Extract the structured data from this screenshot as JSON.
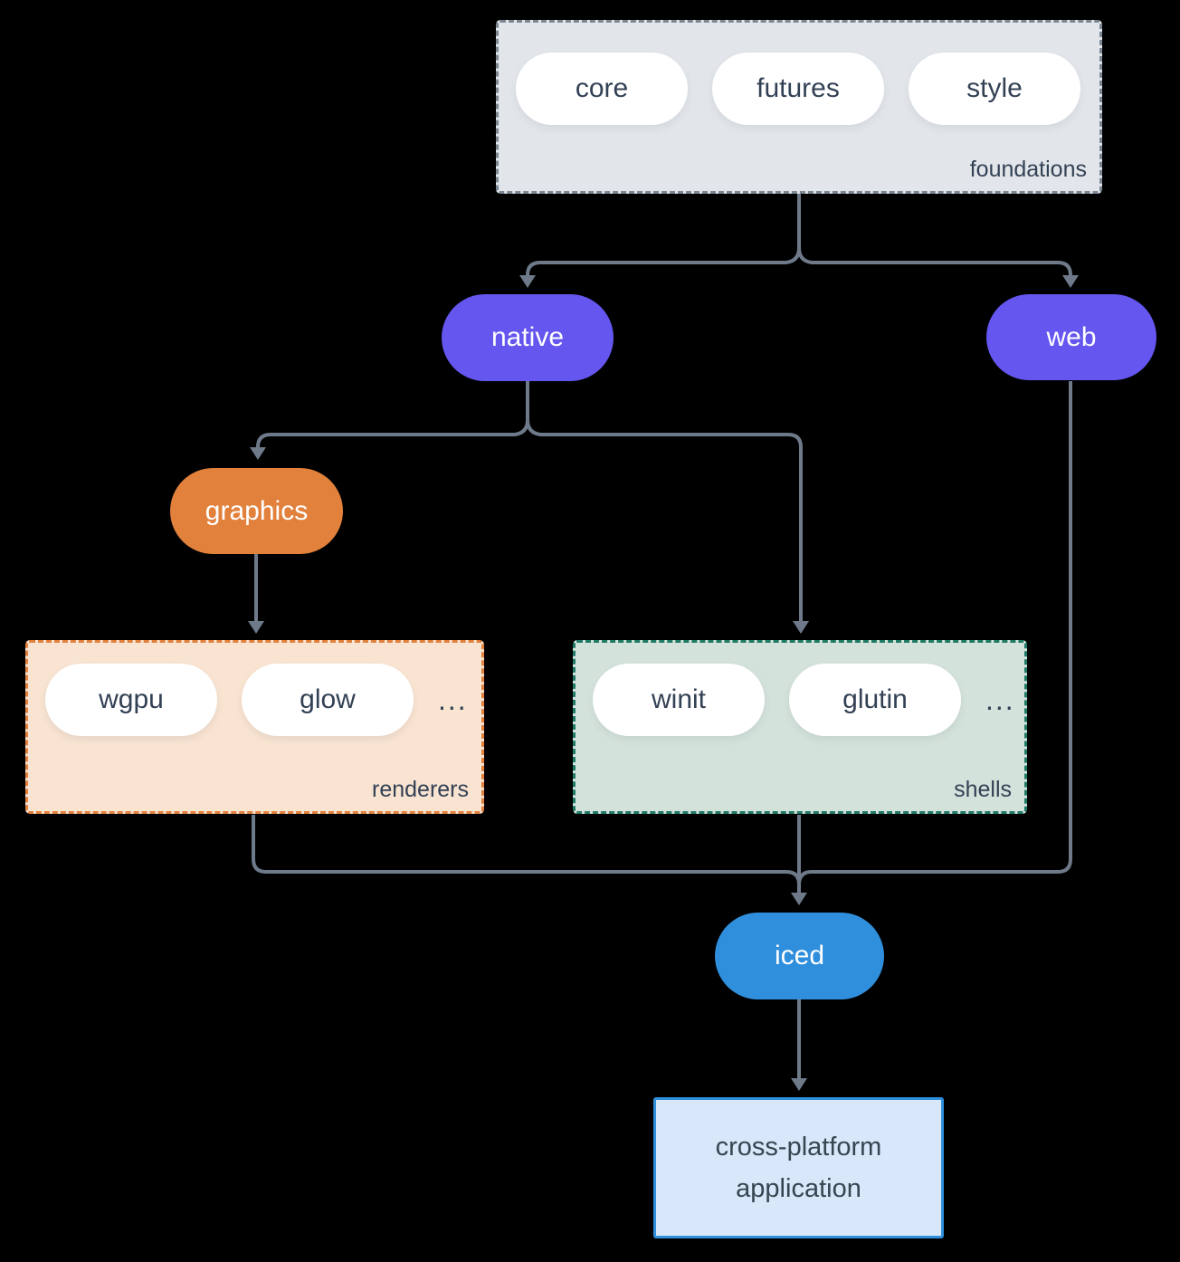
{
  "diagram": {
    "foundations": {
      "label": "foundations",
      "pills": [
        "core",
        "futures",
        "style"
      ]
    },
    "native": {
      "label": "native"
    },
    "web": {
      "label": "web"
    },
    "graphics": {
      "label": "graphics"
    },
    "renderers": {
      "label": "renderers",
      "pills": [
        "wgpu",
        "glow"
      ],
      "ellipsis": "..."
    },
    "shells": {
      "label": "shells",
      "pills": [
        "winit",
        "glutin"
      ],
      "ellipsis": "..."
    },
    "iced": {
      "label": "iced"
    },
    "application": {
      "line1": "cross-platform",
      "line2": "application"
    },
    "colors": {
      "background": "#000000",
      "connector": "#6e7a8a",
      "purple_node": "#6456ee",
      "orange_node": "#e2813c",
      "blue_node": "#2f8fdd",
      "foundations_fill": "#e2e6ea",
      "foundations_border": "#7b8894",
      "renderers_fill": "#f9e3d1",
      "renderers_border": "#e2813c",
      "shells_fill": "#d3e2da",
      "shells_border": "#1f7a66",
      "application_fill": "#d8e7f9",
      "application_border": "#2f8fdd",
      "dark_text": "#334155",
      "pill_fill": "#ffffff"
    }
  }
}
